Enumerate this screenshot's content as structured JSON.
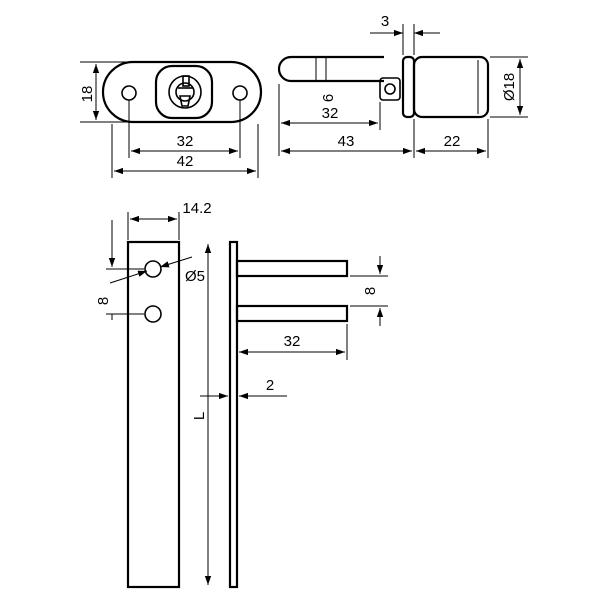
{
  "drawing": {
    "top_left_view": {
      "height_dim": "18",
      "inner_width_dim": "32",
      "outer_width_dim": "42"
    },
    "top_right_view": {
      "flange_thickness_dim": "3",
      "pin_dia_dim": "6",
      "pin_length_dim": "32",
      "total_length_dim": "43",
      "body_length_dim": "22",
      "body_dia_dim": "Ø18"
    },
    "bottom_view": {
      "strip_width_dim": "14.2",
      "hole_dia_dim": "Ø5",
      "hole_spacing_dim": "8",
      "pin_spacing_dim": "8",
      "pin_length_dim": "32",
      "plate_thickness_dim": "2",
      "length_dim": "L"
    }
  },
  "colors": {
    "line": "#000000",
    "background": "#ffffff"
  }
}
